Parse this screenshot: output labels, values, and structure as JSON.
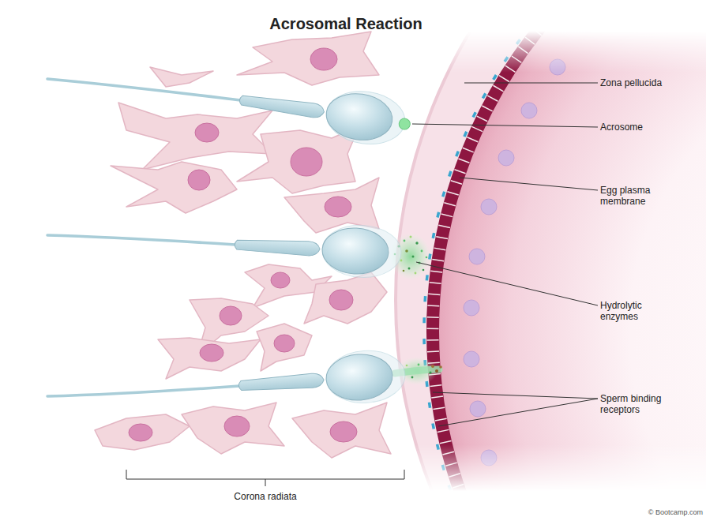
{
  "diagram": {
    "title": "Acrosomal Reaction",
    "labels": [
      "Zona pellucida",
      "Acrosome",
      "Egg plasma membrane",
      "Hydrolytic enzymes",
      "Sperm binding receptors",
      "Corona radiata",
      "© Bootcamp.com"
    ]
  }
}
